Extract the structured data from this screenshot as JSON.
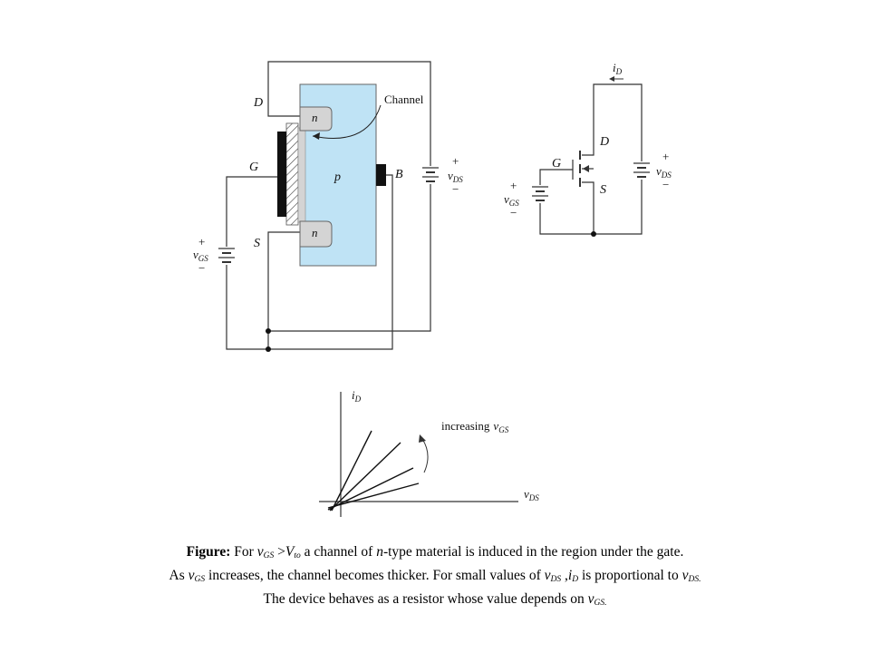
{
  "labels": {
    "D": "D",
    "G": "G",
    "S": "S",
    "B": "B",
    "n_top": "n",
    "n_bottom": "n",
    "p": "p",
    "channel": "Channel",
    "plus": "+",
    "minus": "−",
    "v": "v",
    "i": "i",
    "GS": "GS",
    "DS": "DS",
    "D_sub": "D",
    "increasing": "increasing",
    "to": "to"
  },
  "caption": {
    "figure": "Figure:",
    "line1_a": " For ",
    "line1_b": " >",
    "line1_c": " a channel of ",
    "line1_d": "-type material is induced in the region under the gate.",
    "line2_a": "As ",
    "line2_b": " increases, the channel becomes thicker.  For small values of ",
    "line2_c": " ,",
    "line2_d": " is proportional to ",
    "line3_a": "The device behaves as a resistor whose value depends on ",
    "v": "v",
    "V": "V",
    "i": "i",
    "n": "n",
    "GS": "GS",
    "DS": "DS",
    "D": "D",
    "to": "to",
    "DS_dot": "DS.",
    "GS_dot": "GS."
  },
  "colors": {
    "p_region": "#bfe3f5",
    "n_region": "#d4d4d4"
  }
}
